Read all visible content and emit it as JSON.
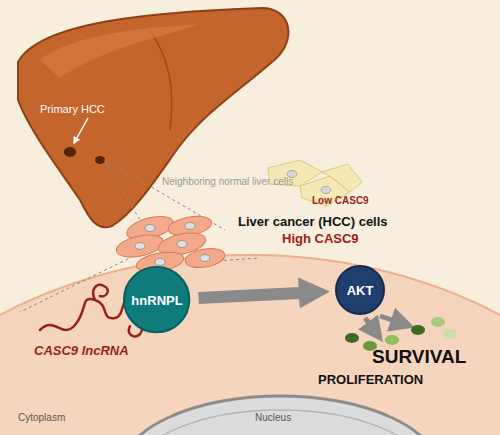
{
  "diagram": {
    "nodes": [
      {
        "text": [
          "hnRNPL"
        ]
      },
      {
        "text": [
          "AKT"
        ]
      }
    ],
    "edges": [
      {
        "from": 0,
        "to": 1,
        "arrow": "to"
      }
    ],
    "labels": [
      "Primary HCC",
      "Neighboring normal liver cells",
      "Low CASC9",
      "Liver cancer (HCC) cells",
      "High CASC9",
      "CASC9 lncRNA",
      "SURVIVAL",
      "PROLIFERATION",
      "Cytoplasm",
      "Nucleus"
    ]
  }
}
